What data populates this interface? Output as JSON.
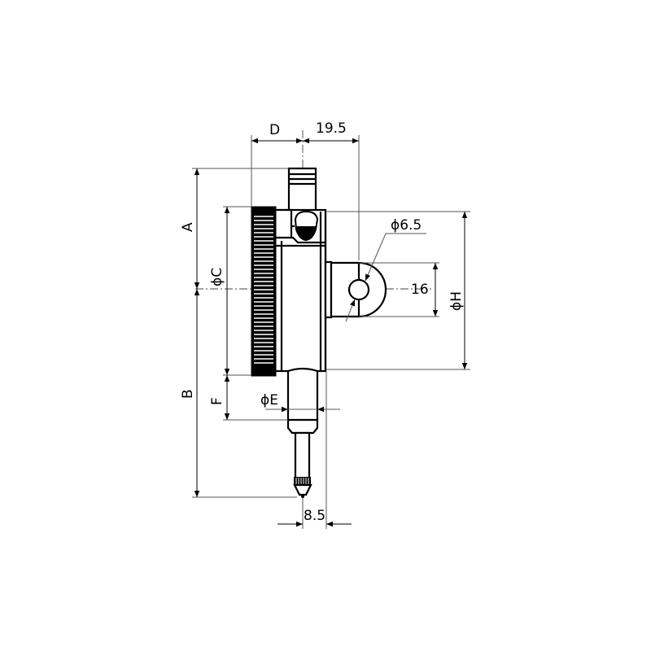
{
  "drawing": {
    "subject": "Dial indicator dimension drawing (side view)",
    "dimensions": {
      "D": "D",
      "width_19_5": "19.5",
      "A": "A",
      "phiC": "ϕC",
      "phi6_5": "ϕ6.5",
      "lug_16": "16",
      "phiH": "ϕH",
      "B": "B",
      "F": "F",
      "phiE": "ϕE",
      "offset_8_5": "8.5"
    },
    "colors": {
      "line": "#000000",
      "background": "#ffffff",
      "extension_line": "#555555"
    }
  }
}
